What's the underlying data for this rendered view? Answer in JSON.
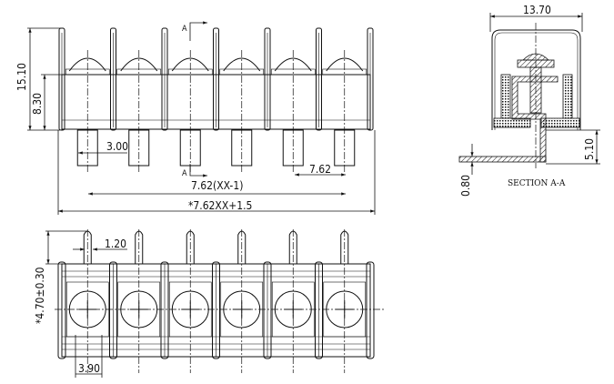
{
  "drawing": {
    "front_view": {
      "dimensions": {
        "height_total": "15.10",
        "height_body": "8.30",
        "pin_width": "3.00",
        "pitch": "7.62",
        "span": "7.62(XX-1)",
        "overall": "*7.62XX+1.5"
      },
      "section_marker": "A",
      "poles": 6
    },
    "section_view": {
      "title": "SECTION A-A",
      "dimensions": {
        "width": "13.70",
        "pin_length": "5.10",
        "pin_thickness": "0.80"
      }
    },
    "top_view": {
      "dimensions": {
        "pin_width": "1.20",
        "pin_offset": "*4.70±0.30",
        "pitch_half": "3.90"
      }
    }
  }
}
